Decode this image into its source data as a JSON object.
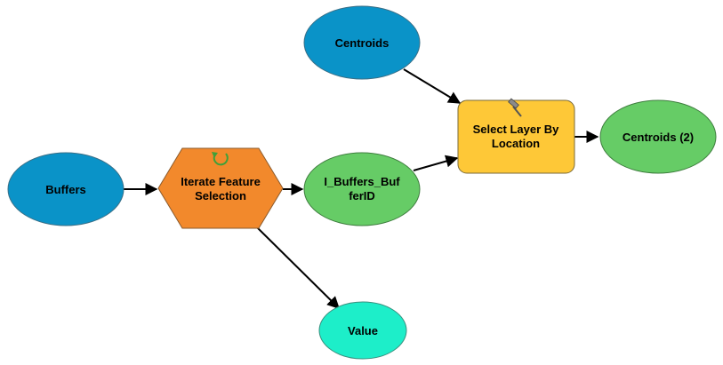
{
  "diagram": {
    "nodes": {
      "centroids": {
        "label": [
          "Centroids"
        ],
        "fill": "#0a93c8",
        "stroke": "#3a6f87"
      },
      "buffers": {
        "label": [
          "Buffers"
        ],
        "fill": "#0a93c8",
        "stroke": "#3a6f87"
      },
      "iterate": {
        "label": [
          "Iterate Feature",
          "Selection"
        ],
        "fill": "#f2892c",
        "stroke": "#8a5a2c",
        "icon": "iterate-arrow-icon",
        "icon_color": "#3fa03a"
      },
      "i_buffers": {
        "label": [
          "I_Buffers_Buf",
          "ferID"
        ],
        "fill": "#66cc66",
        "stroke": "#3e7d3e"
      },
      "select_layer": {
        "label": [
          "Select Layer By",
          "Location"
        ],
        "fill": "#fec837",
        "stroke": "#7a6a3a",
        "icon": "hammer-icon"
      },
      "centroids2": {
        "label": [
          "Centroids (2)"
        ],
        "fill": "#66cc66",
        "stroke": "#3e7d3e"
      },
      "value": {
        "label": [
          "Value"
        ],
        "fill": "#1deec9",
        "stroke": "#3a8f7e"
      }
    }
  }
}
